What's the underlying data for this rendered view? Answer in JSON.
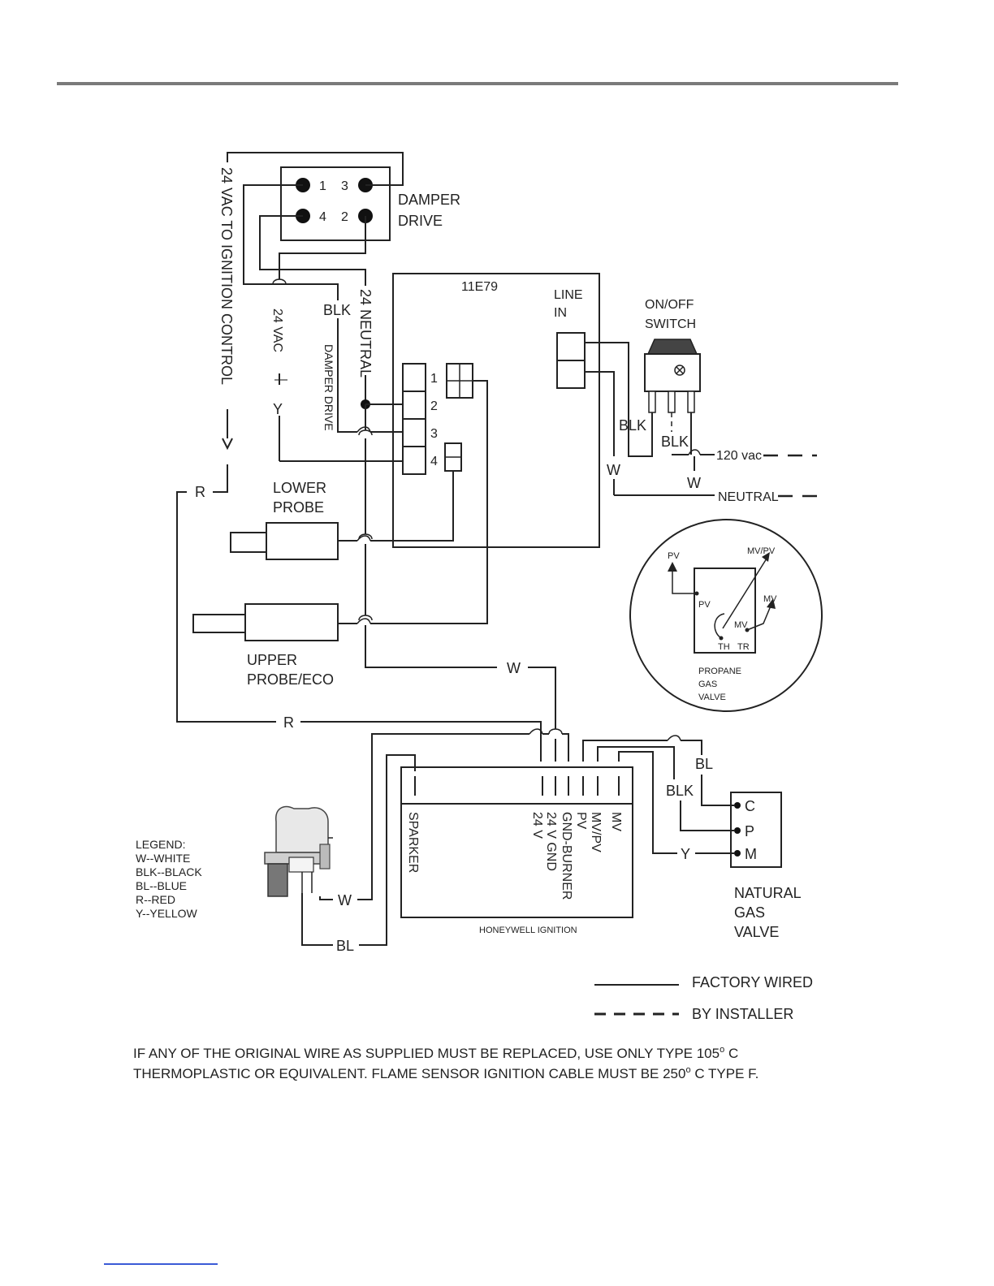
{
  "damper_drive": {
    "title_line1": "DAMPER",
    "title_line2": "DRIVE",
    "terminals": [
      "1",
      "3",
      "4",
      "2"
    ]
  },
  "control_board": {
    "model": "11E79",
    "line_in_1": "LINE",
    "line_in_2": "IN",
    "connector_pins": [
      "1",
      "2",
      "3",
      "4"
    ]
  },
  "switch": {
    "line1": "ON/OFF",
    "line2": "SWITCH"
  },
  "wire_labels": {
    "ignition_24vac": "24 VAC TO IGNITION CONTROL",
    "vac24": "24 VAC",
    "dash": "—",
    "y": "Y",
    "blk": "BLK",
    "damper_drive": "DAMPER DRIVE",
    "neutral24": "24 NEUTRAL",
    "r": "R",
    "w": "W",
    "bl": "BL",
    "vac120": "120 vac",
    "neutral": "NEUTRAL"
  },
  "probes": {
    "lower_1": "LOWER",
    "lower_2": "PROBE",
    "upper_1": "UPPER",
    "upper_2": "PROBE/ECO"
  },
  "propane_valve": {
    "pv": "PV",
    "mvpv": "MV/PV",
    "mv": "MV",
    "th": "TH",
    "tr": "TR",
    "label_1": "PROPANE",
    "label_2": "GAS",
    "label_3": "VALVE"
  },
  "ignition_module": {
    "name": "HONEYWELL IGNITION",
    "sparker": "SPARKER",
    "terminal_24v_gnd": "24 V GND",
    "terminal_24v": "24 V",
    "terminal_gnd_burner": "GND-BURNER",
    "terminal_pv": "PV",
    "terminal_mvpv": "MV/PV",
    "terminal_mv": "MV"
  },
  "natural_gas_valve": {
    "terminals": [
      "C",
      "P",
      "M"
    ],
    "label_1": "NATURAL",
    "label_2": "GAS",
    "label_3": "VALVE"
  },
  "legend": {
    "title": "LEGEND:",
    "items": [
      "W--WHITE",
      "BLK--BLACK",
      "BL--BLUE",
      "R--RED",
      "Y--YELLOW"
    ]
  },
  "key": {
    "factory": "FACTORY WIRED",
    "installer": "BY INSTALLER"
  },
  "note": {
    "line1": "IF ANY OF THE ORIGINAL WIRE AS SUPPLIED MUST BE REPLACED, USE ONLY TYPE 105",
    "deg1": "o",
    "c1": " C",
    "line2": "THERMOPLASTIC OR EQUIVALENT. FLAME SENSOR IGNITION CABLE MUST BE 250",
    "deg2": "o",
    "c2": " C TYPE F."
  }
}
